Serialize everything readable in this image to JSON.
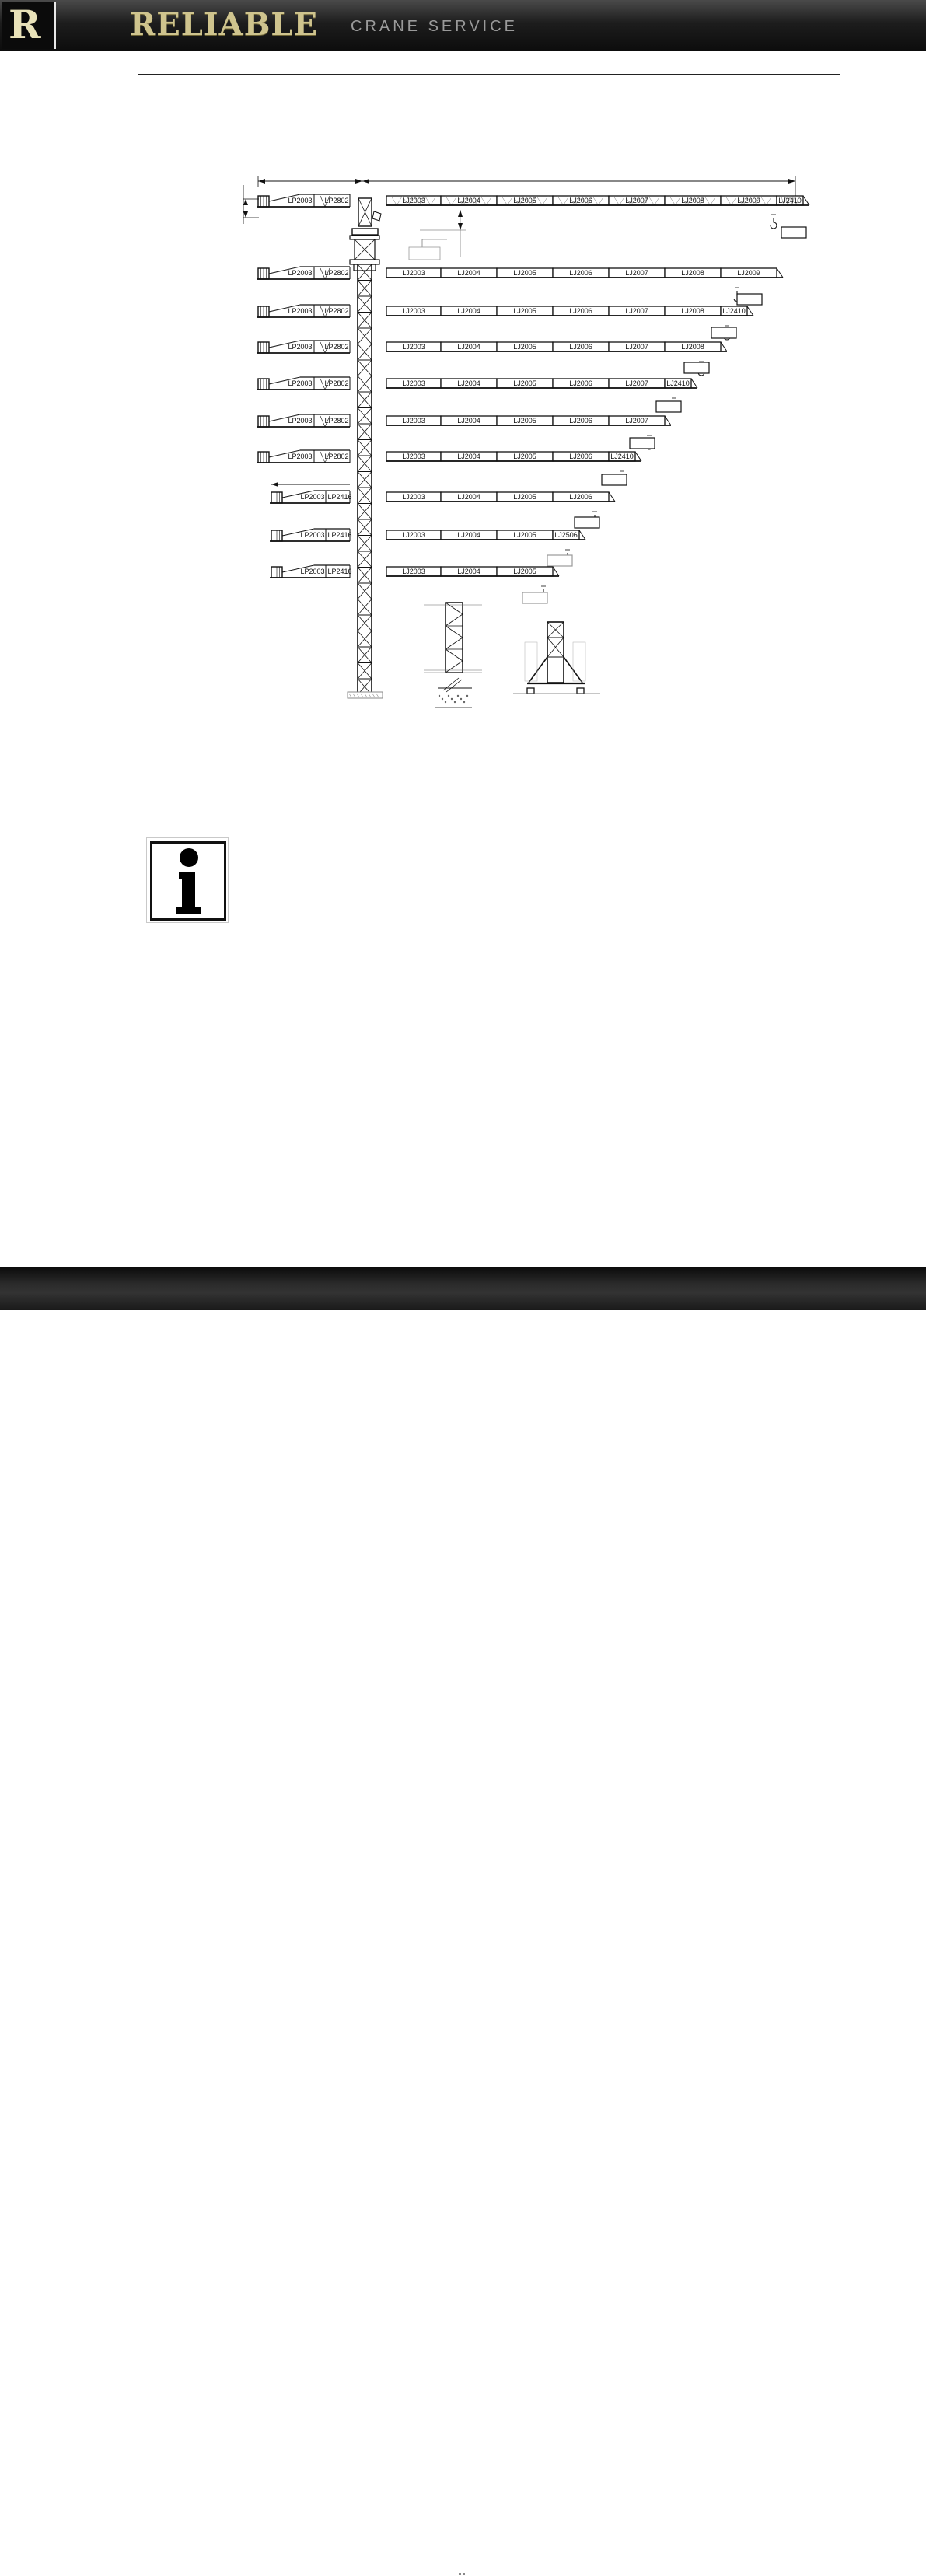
{
  "header": {
    "logo_letter": "R",
    "brand_name": "RELIABLE",
    "tagline": "CRANE SERVICE"
  },
  "colors": {
    "header_bg": "#1d1d1d",
    "brand_gold": "#cfc48e",
    "tagline_gray": "#9a9a9a",
    "line": "#111111"
  },
  "diagram": {
    "counter_jib_long": [
      "LP2003",
      "LP2802"
    ],
    "counter_jib_short": [
      "LP2003",
      "LP2416"
    ],
    "configurations": [
      {
        "counter": "long",
        "sections": [
          "LJ2003",
          "LJ2004",
          "LJ2005",
          "LJ2006",
          "LJ2007",
          "LJ2008",
          "LJ2009",
          "LJ2410"
        ]
      },
      {
        "counter": "long",
        "sections": [
          "LJ2003",
          "LJ2004",
          "LJ2005",
          "LJ2006",
          "LJ2007",
          "LJ2008",
          "LJ2009"
        ]
      },
      {
        "counter": "long",
        "sections": [
          "LJ2003",
          "LJ2004",
          "LJ2005",
          "LJ2006",
          "LJ2007",
          "LJ2008",
          "LJ2410"
        ]
      },
      {
        "counter": "long",
        "sections": [
          "LJ2003",
          "LJ2004",
          "LJ2005",
          "LJ2006",
          "LJ2007",
          "LJ2008"
        ]
      },
      {
        "counter": "long",
        "sections": [
          "LJ2003",
          "LJ2004",
          "LJ2005",
          "LJ2006",
          "LJ2007",
          "LJ2410"
        ]
      },
      {
        "counter": "long",
        "sections": [
          "LJ2003",
          "LJ2004",
          "LJ2005",
          "LJ2006",
          "LJ2007"
        ]
      },
      {
        "counter": "long",
        "sections": [
          "LJ2003",
          "LJ2004",
          "LJ2005",
          "LJ2006",
          "LJ2410"
        ]
      },
      {
        "counter": "short",
        "sections": [
          "LJ2003",
          "LJ2004",
          "LJ2005",
          "LJ2006"
        ]
      },
      {
        "counter": "short",
        "sections": [
          "LJ2003",
          "LJ2004",
          "LJ2005",
          "LJ2506"
        ]
      },
      {
        "counter": "short",
        "sections": [
          "LJ2003",
          "LJ2004",
          "LJ2005"
        ]
      }
    ]
  },
  "info_icon": "info-icon"
}
